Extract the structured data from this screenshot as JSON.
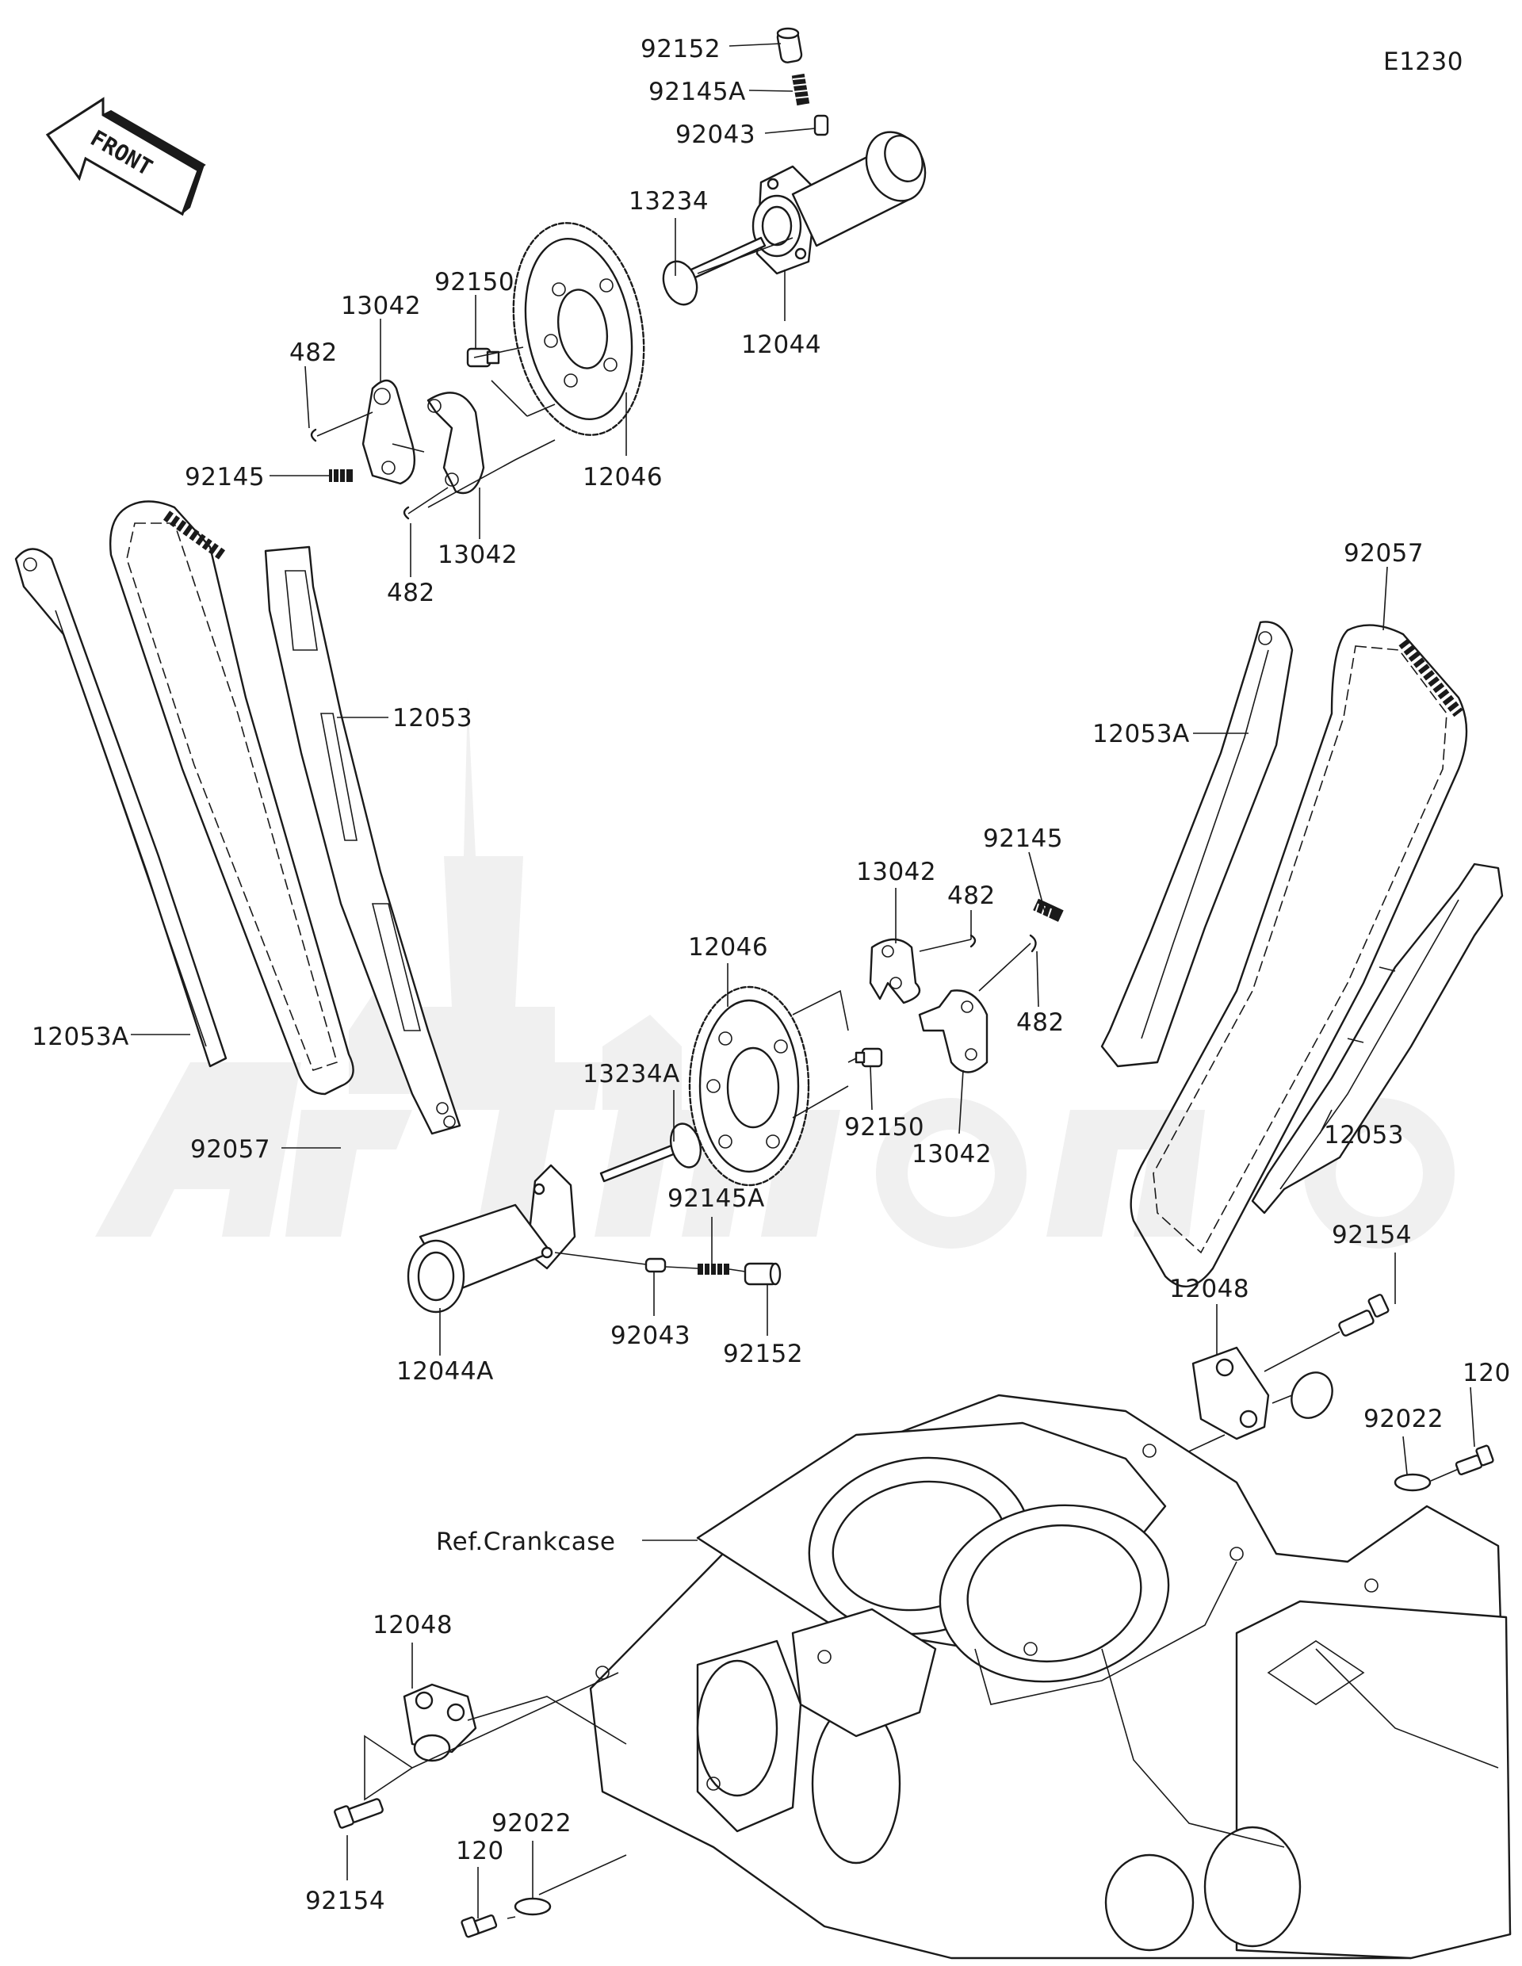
{
  "diagram_code": "E1230",
  "front_label": "FRONT",
  "reference_label": "Ref.Crankcase",
  "watermark_text": "Artmoto",
  "part_labels": {
    "p92152_top": "92152",
    "p92145A_top": "92145A",
    "p92043_top": "92043",
    "p13234": "13234",
    "p12044": "12044",
    "p92150_top": "92150",
    "p13042_top_a": "13042",
    "p482_top_a": "482",
    "p92145_top": "92145",
    "p12046_top": "12046",
    "p13042_top_b": "13042",
    "p482_top_b": "482",
    "p12053_left": "12053",
    "p12053A_left": "12053A",
    "p92057_left": "92057",
    "p92057_right": "92057",
    "p12053A_right": "12053A",
    "p92145_right": "92145",
    "p13042_mid_a": "13042",
    "p482_mid_a": "482",
    "p482_mid_b": "482",
    "p12046_mid": "12046",
    "p92150_mid": "92150",
    "p13042_mid_b": "13042",
    "p13234A": "13234A",
    "p92145A_mid": "92145A",
    "p12053_right": "12053",
    "p92154_right": "92154",
    "p12048_right": "12048",
    "p12044A": "12044A",
    "p92043_mid": "92043",
    "p92152_mid": "92152",
    "p120_right": "120",
    "p92022_right": "92022",
    "p12048_left": "12048",
    "p92022_left": "92022",
    "p120_left": "120",
    "p92154_left": "92154"
  }
}
